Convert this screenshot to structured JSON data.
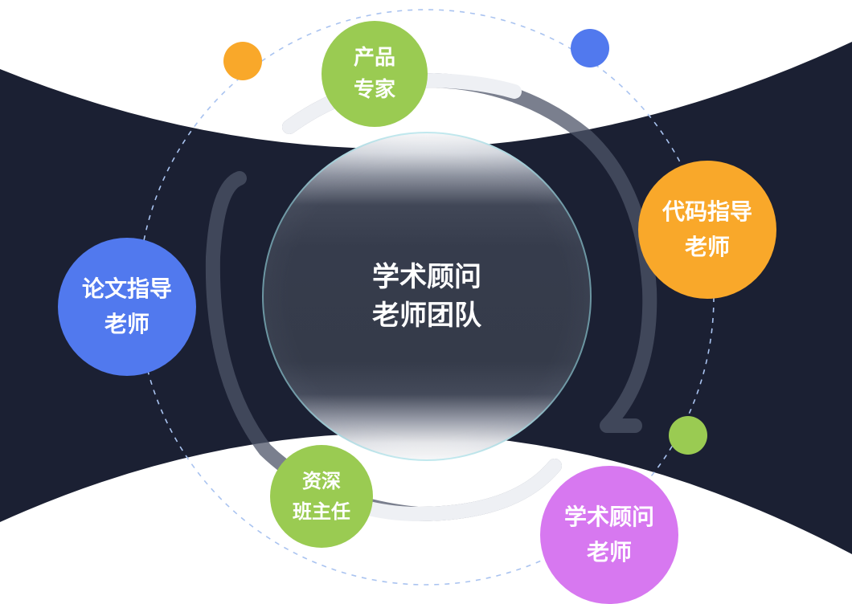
{
  "center": {
    "line1": "学术顾问",
    "line2": "老师团队"
  },
  "nodes": {
    "product_expert": {
      "line1": "产品",
      "line2": "专家",
      "color": "#9acb52"
    },
    "code_mentor": {
      "line1": "代码指导",
      "line2": "老师",
      "color": "#f9a82a"
    },
    "thesis_mentor": {
      "line1": "论文指导",
      "line2": "老师",
      "color": "#5179ee"
    },
    "senior_head_teacher": {
      "line1": "资深",
      "line2": "班主任",
      "color": "#9acb52"
    },
    "academic_advisor": {
      "line1": "学术顾问",
      "line2": "老师",
      "color": "#d778f0"
    }
  },
  "colors": {
    "dark_band": "#1b2033",
    "accent_orange": "#f9a82a",
    "accent_blue": "#5179ee",
    "accent_green": "#9acb52",
    "dashed_orbit": "#a9c3f0"
  }
}
